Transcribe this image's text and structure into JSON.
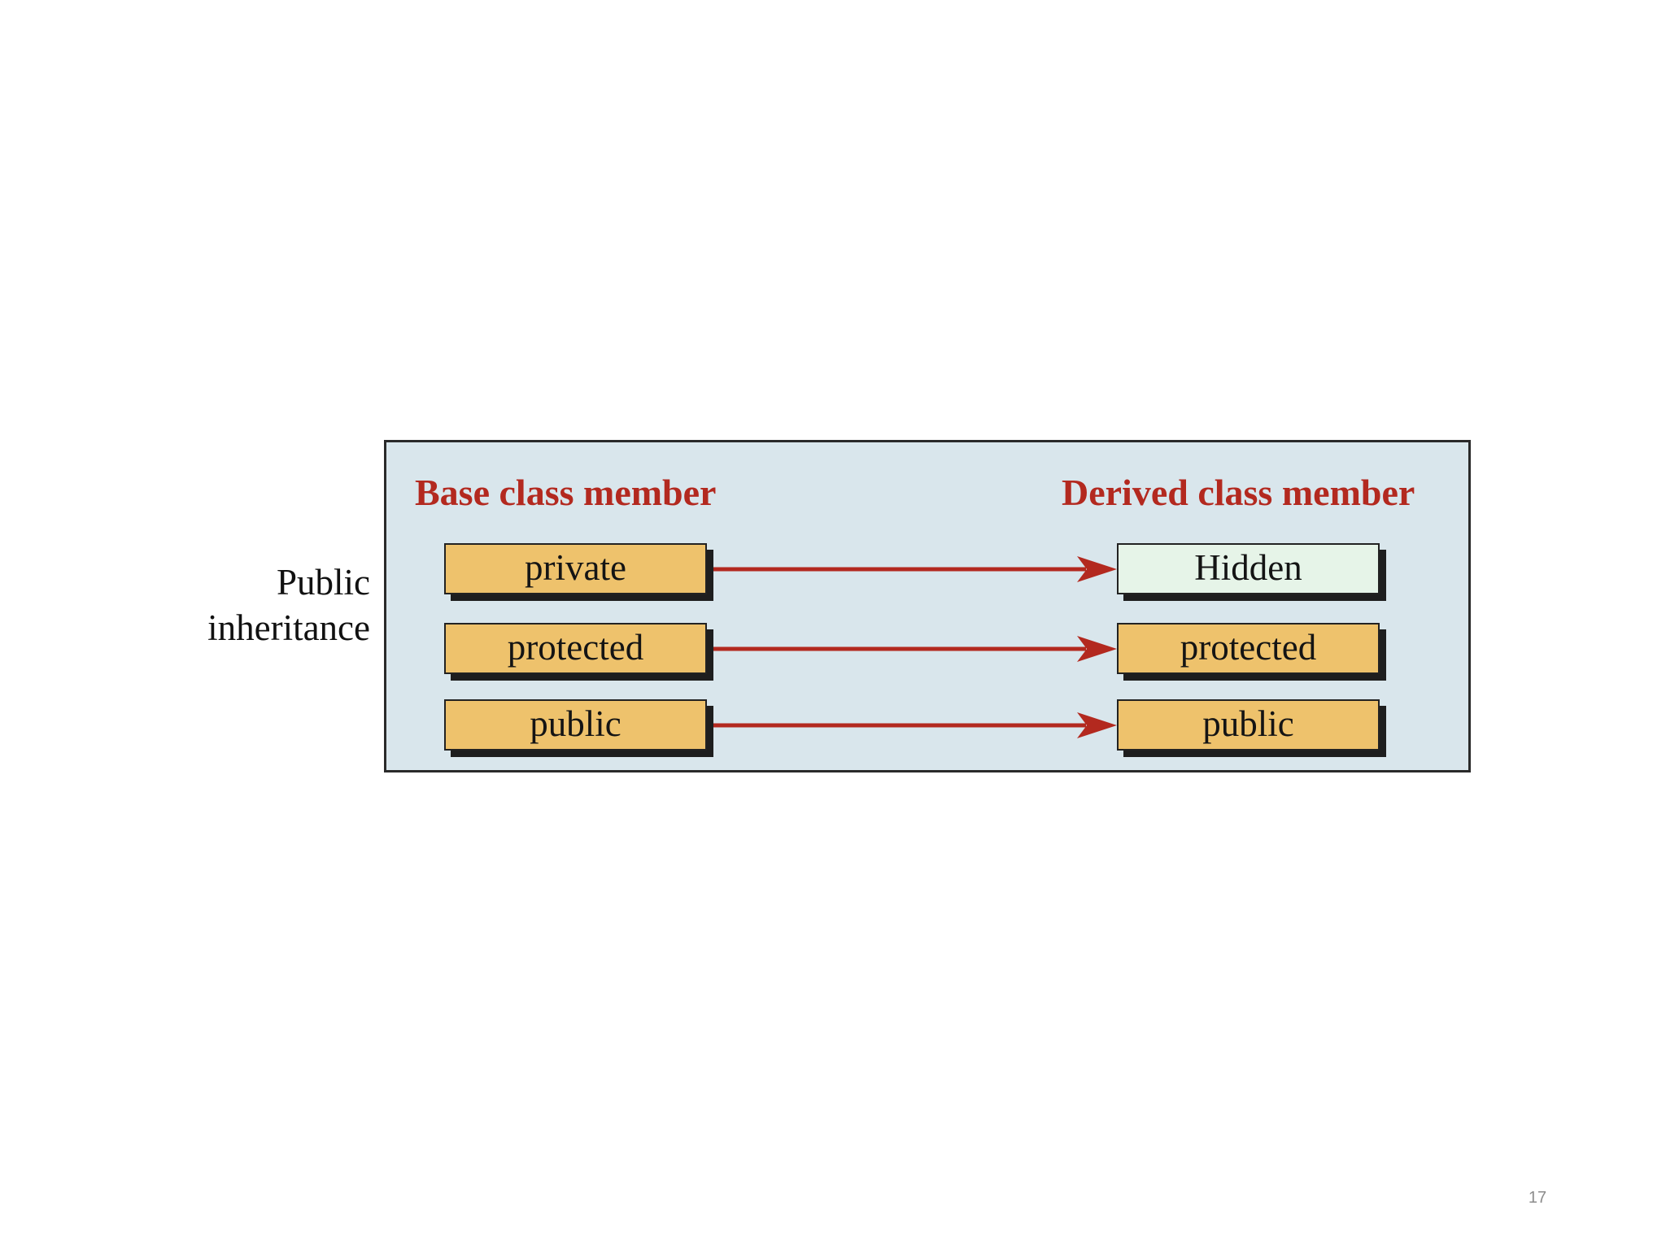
{
  "side_label": {
    "line1": "Public",
    "line2": "inheritance"
  },
  "headings": {
    "base": "Base class member",
    "derived": "Derived class member"
  },
  "rows": [
    {
      "base": "private",
      "derived": "Hidden"
    },
    {
      "base": "protected",
      "derived": "protected"
    },
    {
      "base": "public",
      "derived": "public"
    }
  ],
  "page_number": "17",
  "colors": {
    "panel_background": "#d9e6ec",
    "heading_red": "#b3291f",
    "box_gold": "#eec26c",
    "hidden_box": "#e6f4e8",
    "arrow_red": "#b3291f"
  }
}
